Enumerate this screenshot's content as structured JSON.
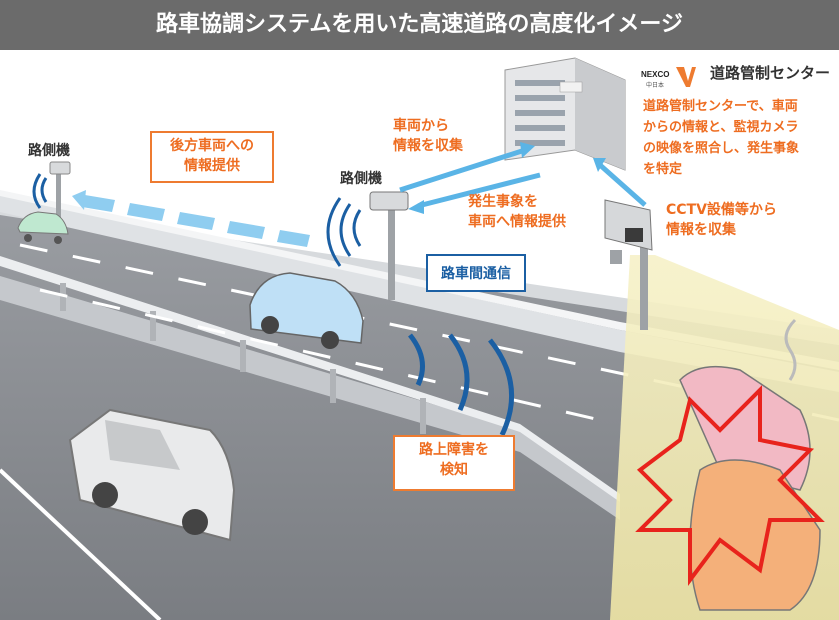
{
  "title": "路車協調システムを用いた高速道路の高度化イメージ",
  "labels": {
    "roadside_left": "路側機",
    "roadside_center": "路側機",
    "rear_vehicles": [
      "後方車両への",
      "情報提供"
    ],
    "collect_from_vehicles": [
      "車両から",
      "情報を収集"
    ],
    "provide_to_vehicles": [
      "発生事象を",
      "車両へ情報提供"
    ],
    "v2i_comm": "路車間通信",
    "obstacle_detect": [
      "路上障害を",
      "検知"
    ],
    "cctv_collect": [
      "CCTV設備等から",
      "情報を収集"
    ],
    "center_name": "道路管制センター",
    "center_desc": [
      "道路管制センターで、車両",
      "からの情報と、監視カメラ",
      "の映像を照合し、発生事象",
      "を特定"
    ],
    "nexco_logo": "NEXCO",
    "nexco_sub": "中日本"
  },
  "colors": {
    "title_bg": "#6b6b6b",
    "accent_orange": "#ee6d21",
    "accent_blue": "#1b5fa3",
    "arrow_blue": "#5ab4e6",
    "road": "#8c8f94",
    "guardrail": "#e4e6e8"
  }
}
